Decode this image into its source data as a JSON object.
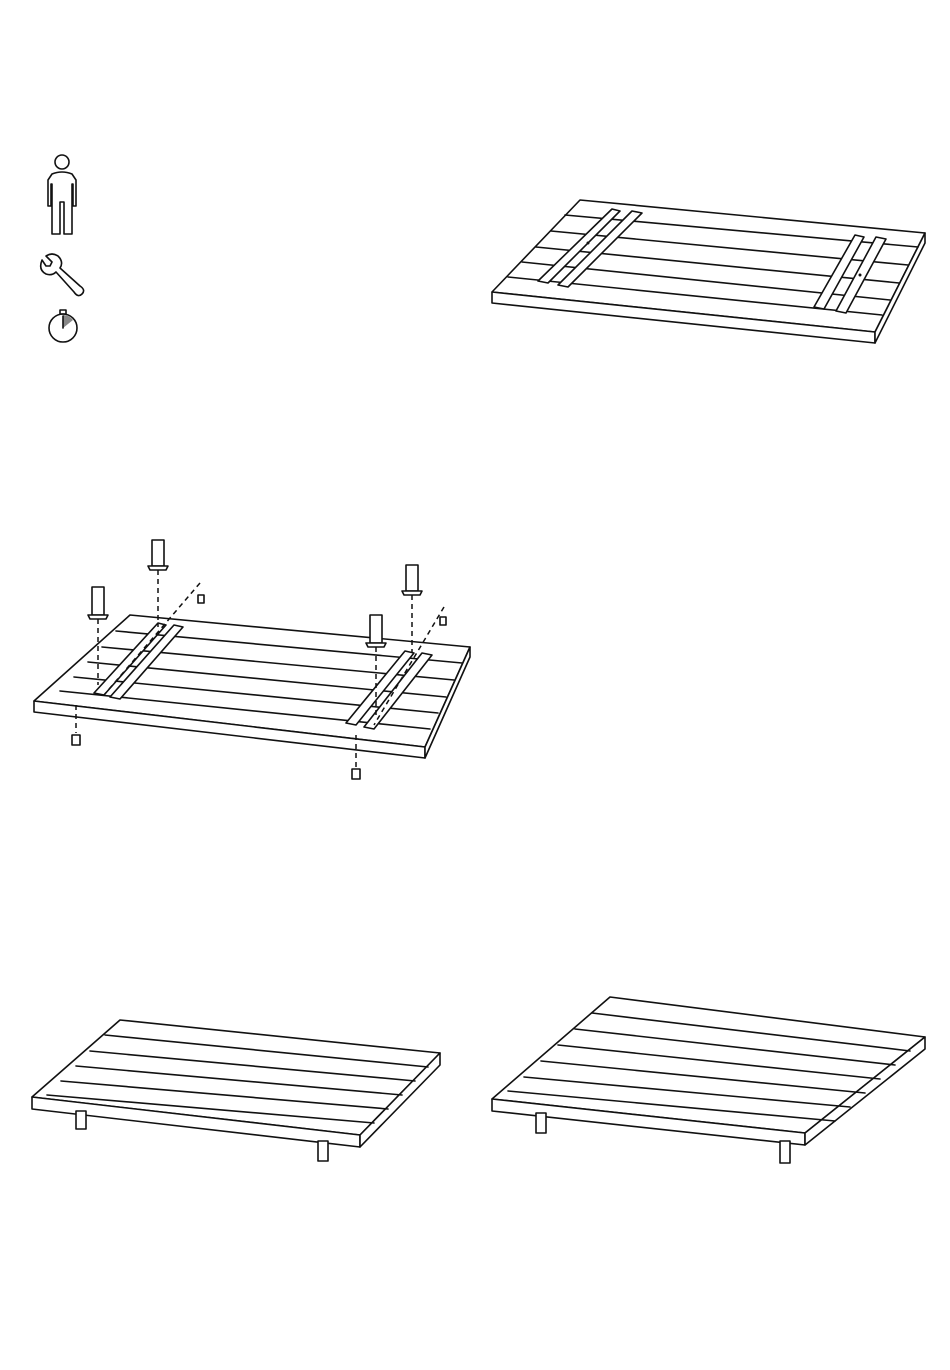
{
  "page": {
    "background": "#ffffff",
    "line_color": "#111111"
  },
  "requirements": {
    "people_icon": "one-person-icon",
    "tool_icon": "wrench-icon",
    "time_icon": "stopwatch-icon"
  },
  "steps": [
    {
      "id": "step-1",
      "description_icon": "tabletop-with-rails"
    },
    {
      "id": "step-2",
      "description_icon": "attach-legs-exploded"
    },
    {
      "id": "step-3",
      "description_icon": "flip-table"
    },
    {
      "id": "step-4",
      "description_icon": "assembled-table"
    }
  ]
}
